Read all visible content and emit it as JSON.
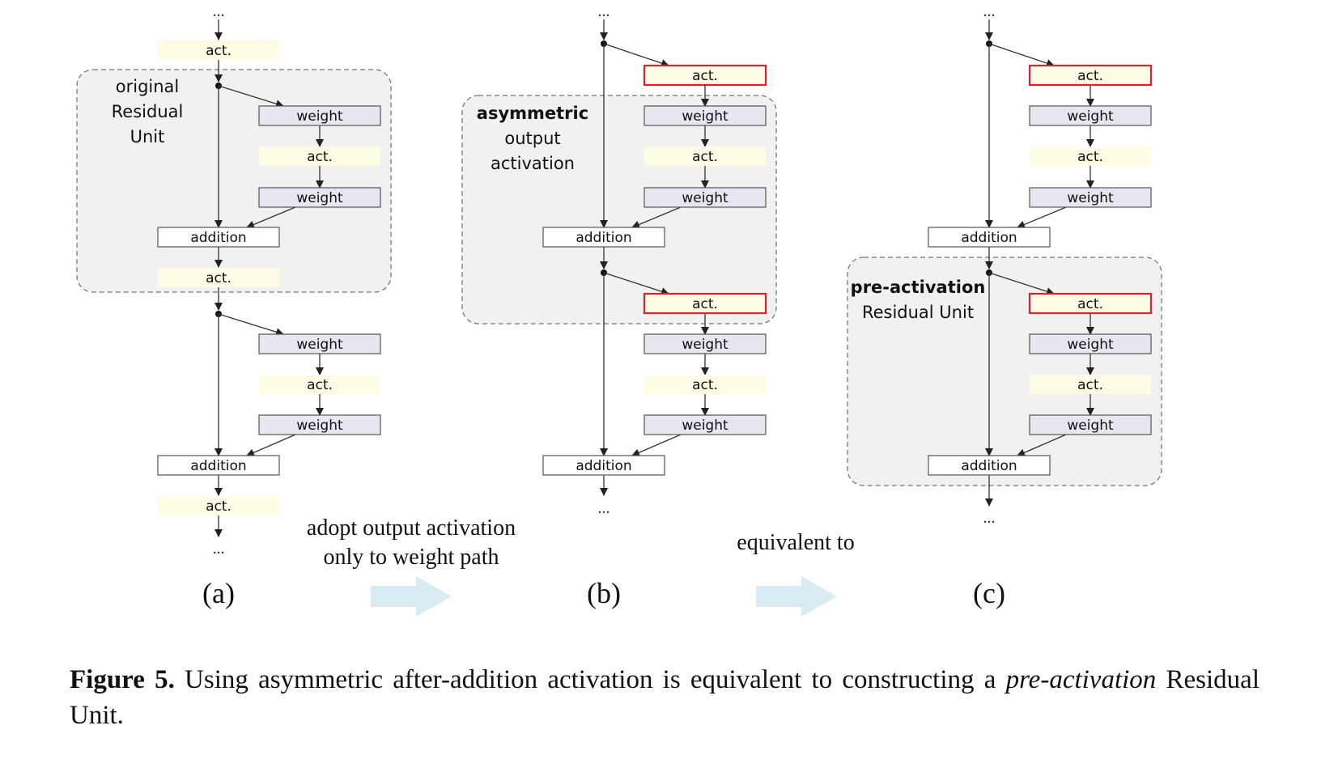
{
  "figure": {
    "panels": [
      {
        "id": "a",
        "label": "(a)",
        "region_label_lines": [
          "original",
          "Residual",
          "Unit"
        ],
        "region_label_bold_line": null,
        "ellipsis_top": "...",
        "ellipsis_bottom": "...",
        "boxes": {
          "pre_act": "act.",
          "weight": "weight",
          "act": "act.",
          "addition": "addition",
          "post_act": "act."
        }
      },
      {
        "id": "b",
        "label": "(b)",
        "region_label_lines": [
          "asymmetric",
          "output",
          "activation"
        ],
        "region_label_bold_line": 0,
        "ellipsis_top": "...",
        "ellipsis_bottom": "...",
        "boxes": {
          "pre_act": "act.",
          "weight": "weight",
          "act": "act.",
          "addition": "addition"
        }
      },
      {
        "id": "c",
        "label": "(c)",
        "region_label_lines": [
          "pre-activation",
          "Residual Unit"
        ],
        "region_label_bold_line": 0,
        "ellipsis_top": "...",
        "ellipsis_bottom": "...",
        "boxes": {
          "pre_act": "act.",
          "weight": "weight",
          "act": "act.",
          "addition": "addition"
        }
      }
    ],
    "transitions": [
      {
        "from": "a",
        "to": "b",
        "text_lines": [
          "adopt output activation",
          "only to weight path"
        ]
      },
      {
        "from": "b",
        "to": "c",
        "text_lines": [
          "equivalent to"
        ]
      }
    ],
    "colors": {
      "act_fill": "#fdfde6",
      "weight_fill": "#e8e6ef",
      "addition_fill": "#ffffff",
      "highlight_border": "#e0202a",
      "region_fill": "#f1f1f1",
      "region_border": "#777777",
      "transition_arrow": "#d9ebf3",
      "line": "#333333"
    }
  },
  "caption": {
    "figure_number": "Figure 5.",
    "text_part1": " Using asymmetric after-addition activation is equivalent to constructing a ",
    "italic_term": "pre-activation",
    "text_part2": " Residual Unit."
  }
}
